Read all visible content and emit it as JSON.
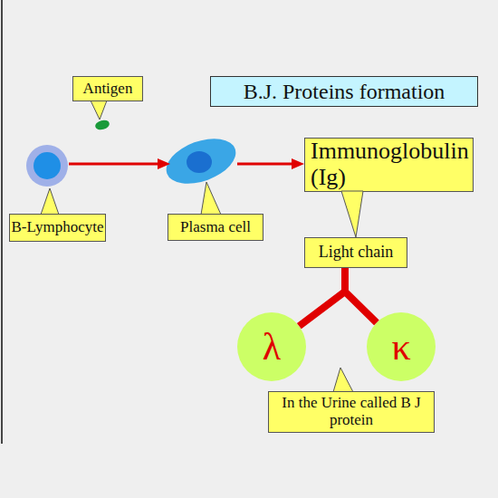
{
  "diagram": {
    "title": "B.J. Proteins formation",
    "nodes": [
      {
        "text": [
          "Antigen"
        ]
      },
      {
        "text": [
          "B-Lymphocyte"
        ]
      },
      {
        "text": [
          "Plasma cell"
        ]
      },
      {
        "text": [
          "Immunoglobulin (Ig)"
        ]
      },
      {
        "text": [
          "Light chain"
        ]
      },
      {
        "text": [
          "λ"
        ]
      },
      {
        "text": [
          "κ"
        ]
      },
      {
        "text": [
          "In the Urine called B J protein"
        ]
      }
    ],
    "edges": [
      {
        "from": 3,
        "to": 4,
        "arrow": "to"
      },
      {
        "from": 4,
        "to": 5,
        "arrow": "none"
      },
      {
        "from": 4,
        "to": 6,
        "arrow": "none"
      }
    ]
  }
}
